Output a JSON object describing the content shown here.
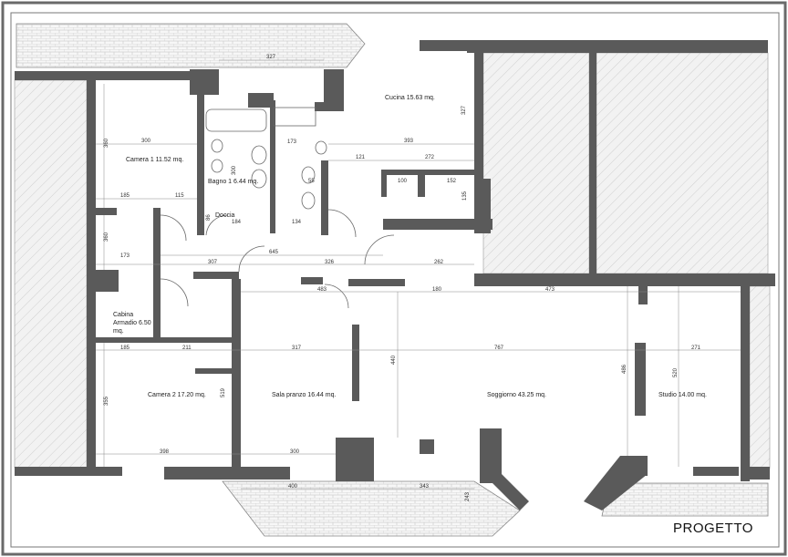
{
  "title": "PROGETTO",
  "colors": {
    "wall": "#5a5a5a",
    "hatch": "#cfcfcf",
    "paper": "#ffffff",
    "border": "#6a6a6a"
  },
  "rooms": [
    {
      "id": "camera1",
      "label": "Camera 1 11.52 mq."
    },
    {
      "id": "bagno1",
      "label": "Bagno 1 6.44 mq."
    },
    {
      "id": "doccia",
      "label": "Doccia"
    },
    {
      "id": "cucina",
      "label": "Cucina 15.63 mq."
    },
    {
      "id": "cabina1",
      "label": "Cabina"
    },
    {
      "id": "cabina2",
      "label": "Armadio 6.50"
    },
    {
      "id": "cabina3",
      "label": "mq."
    },
    {
      "id": "camera2",
      "label": "Camera 2 17.20 mq."
    },
    {
      "id": "sala",
      "label": "Sala pranzo 16.44 mq."
    },
    {
      "id": "soggiorno",
      "label": "Soggiorno 43.25 mq."
    },
    {
      "id": "studio",
      "label": "Studio 14.00 mq."
    }
  ],
  "dimensions": [
    "327",
    "300",
    "173",
    "393",
    "327",
    "360",
    "300",
    "121",
    "272",
    "55",
    "100",
    "152",
    "135",
    "185",
    "115",
    "86",
    "184",
    "134",
    "645",
    "360",
    "173",
    "307",
    "326",
    "262",
    "483",
    "180",
    "473",
    "185",
    "211",
    "317",
    "767",
    "271",
    "440",
    "486",
    "520",
    "355",
    "519",
    "398",
    "300",
    "400",
    "343",
    "243"
  ]
}
